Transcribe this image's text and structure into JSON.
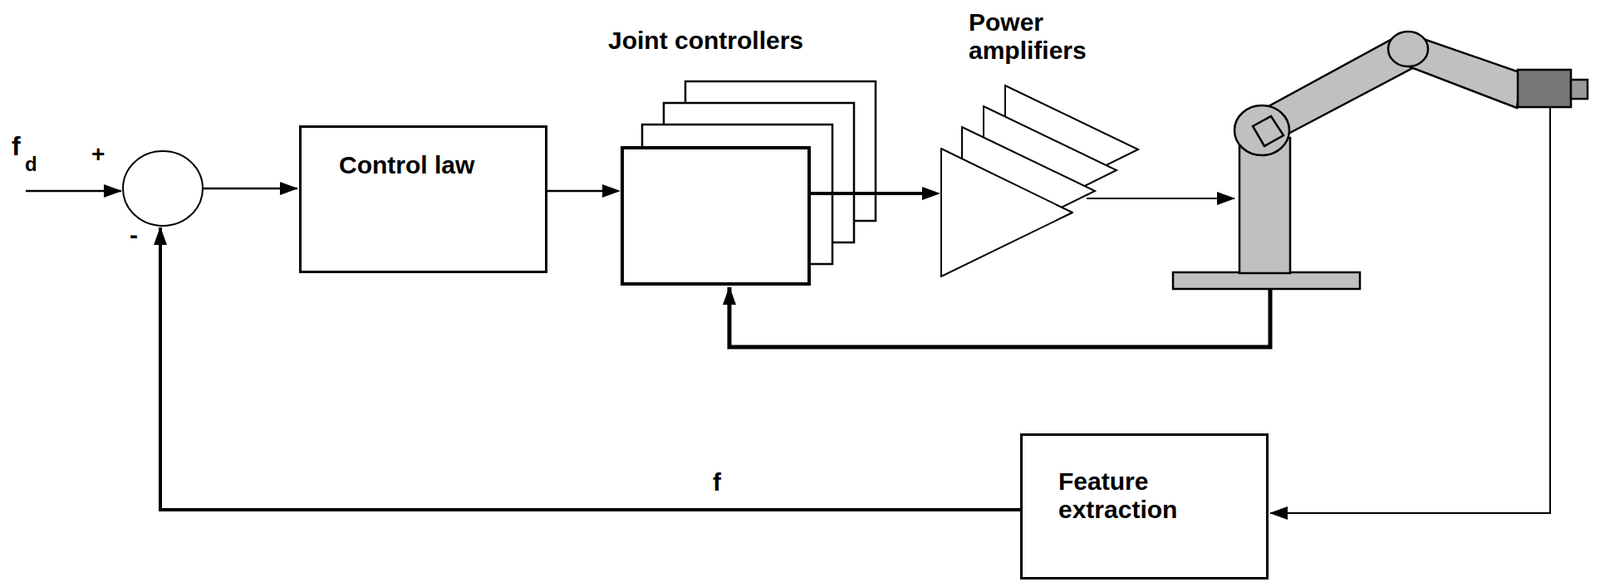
{
  "diagram": {
    "nodes": [
      {
        "text": [
          "Control law"
        ]
      },
      {
        "text": [
          "Joint controllers"
        ]
      },
      {
        "text": [
          "Power amplifiers"
        ]
      },
      {
        "text": [
          "Feature extraction"
        ]
      }
    ],
    "edges": [
      {
        "from": 0,
        "to": 1,
        "arrow": "to"
      },
      {
        "from": 1,
        "to": 2,
        "arrow": "to"
      }
    ],
    "labels": [
      "f",
      "d",
      "+",
      "-",
      "f"
    ]
  }
}
